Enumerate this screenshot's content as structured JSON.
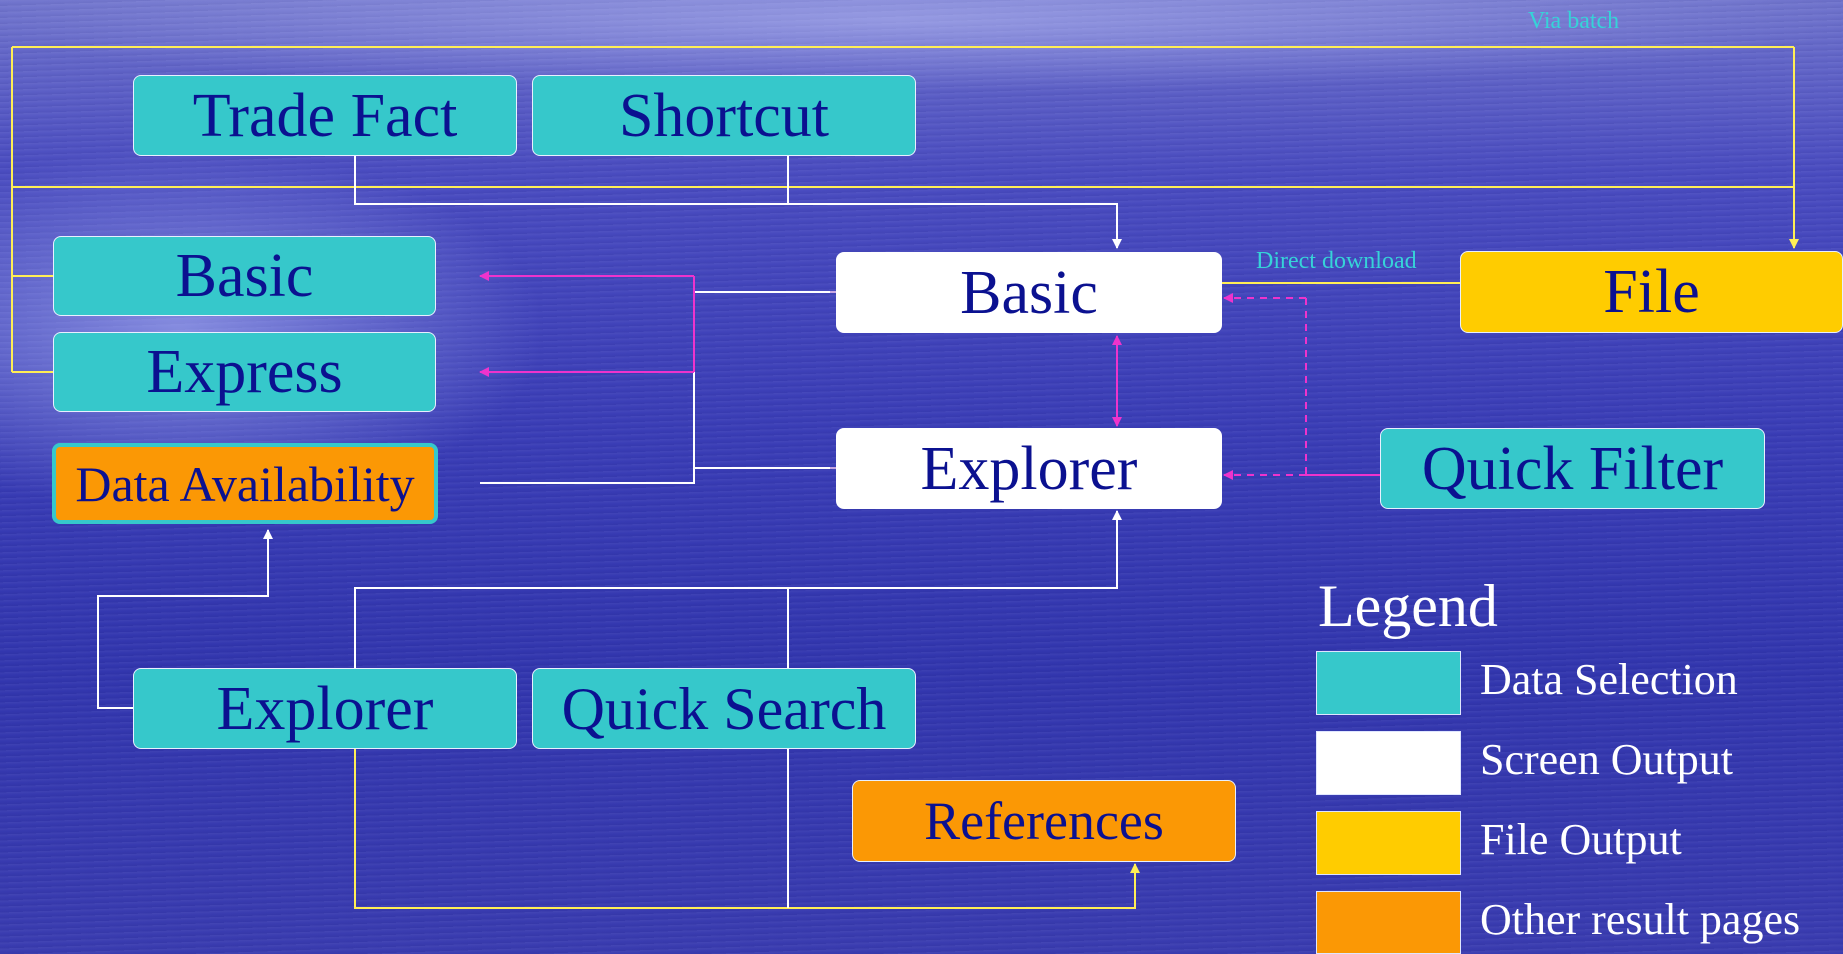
{
  "labels": {
    "via_batch": "Via batch",
    "direct_download": "Direct download"
  },
  "boxes": {
    "trade_fact": "Trade Fact",
    "shortcut": "Shortcut",
    "basic_selection": "Basic",
    "express": "Express",
    "data_availability": "Data Availability",
    "basic_output": "Basic",
    "explorer_output": "Explorer",
    "file": "File",
    "quick_filter": "Quick Filter",
    "explorer_selection": "Explorer",
    "quick_search": "Quick Search",
    "references": "References"
  },
  "legend": {
    "title": "Legend",
    "items": [
      {
        "label": "Data Selection",
        "color": "#36c8cb"
      },
      {
        "label": "Screen Output",
        "color": "#ffffff"
      },
      {
        "label": "File Output",
        "color": "#ffcc00"
      },
      {
        "label": "Other result pages",
        "color": "#fb9805"
      }
    ]
  },
  "colors": {
    "data_selection": "#36c8cb",
    "screen_output": "#ffffff",
    "file_output": "#ffcc00",
    "other_result": "#fb9805",
    "box_text": "#0b1190",
    "connector_white": "#ffffff",
    "connector_yellow": "#ffee55",
    "connector_magenta": "#ee33cc",
    "label_cyan": "#36d3d8"
  }
}
